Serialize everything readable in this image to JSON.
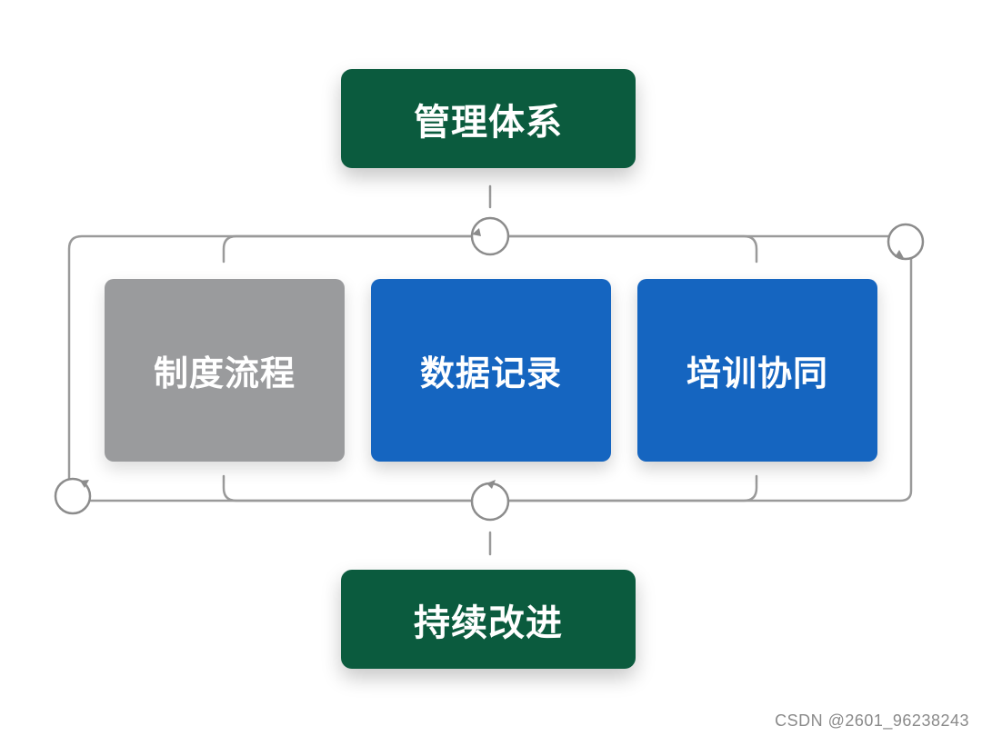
{
  "top_box": {
    "label": "管理体系"
  },
  "middle_boxes": [
    {
      "label": "制度流程",
      "color": "#9a9b9d"
    },
    {
      "label": "数据记录",
      "color": "#1565c0"
    },
    {
      "label": "培训协同",
      "color": "#1565c0"
    }
  ],
  "bottom_box": {
    "label": "持续改进"
  },
  "colors": {
    "green": "#0b5b3e",
    "blue": "#1565c0",
    "grey": "#9a9b9d",
    "line": "#9a9a9a"
  },
  "icons": [
    "cycle-arrow-icon"
  ],
  "watermark": "CSDN @2601_96238243"
}
